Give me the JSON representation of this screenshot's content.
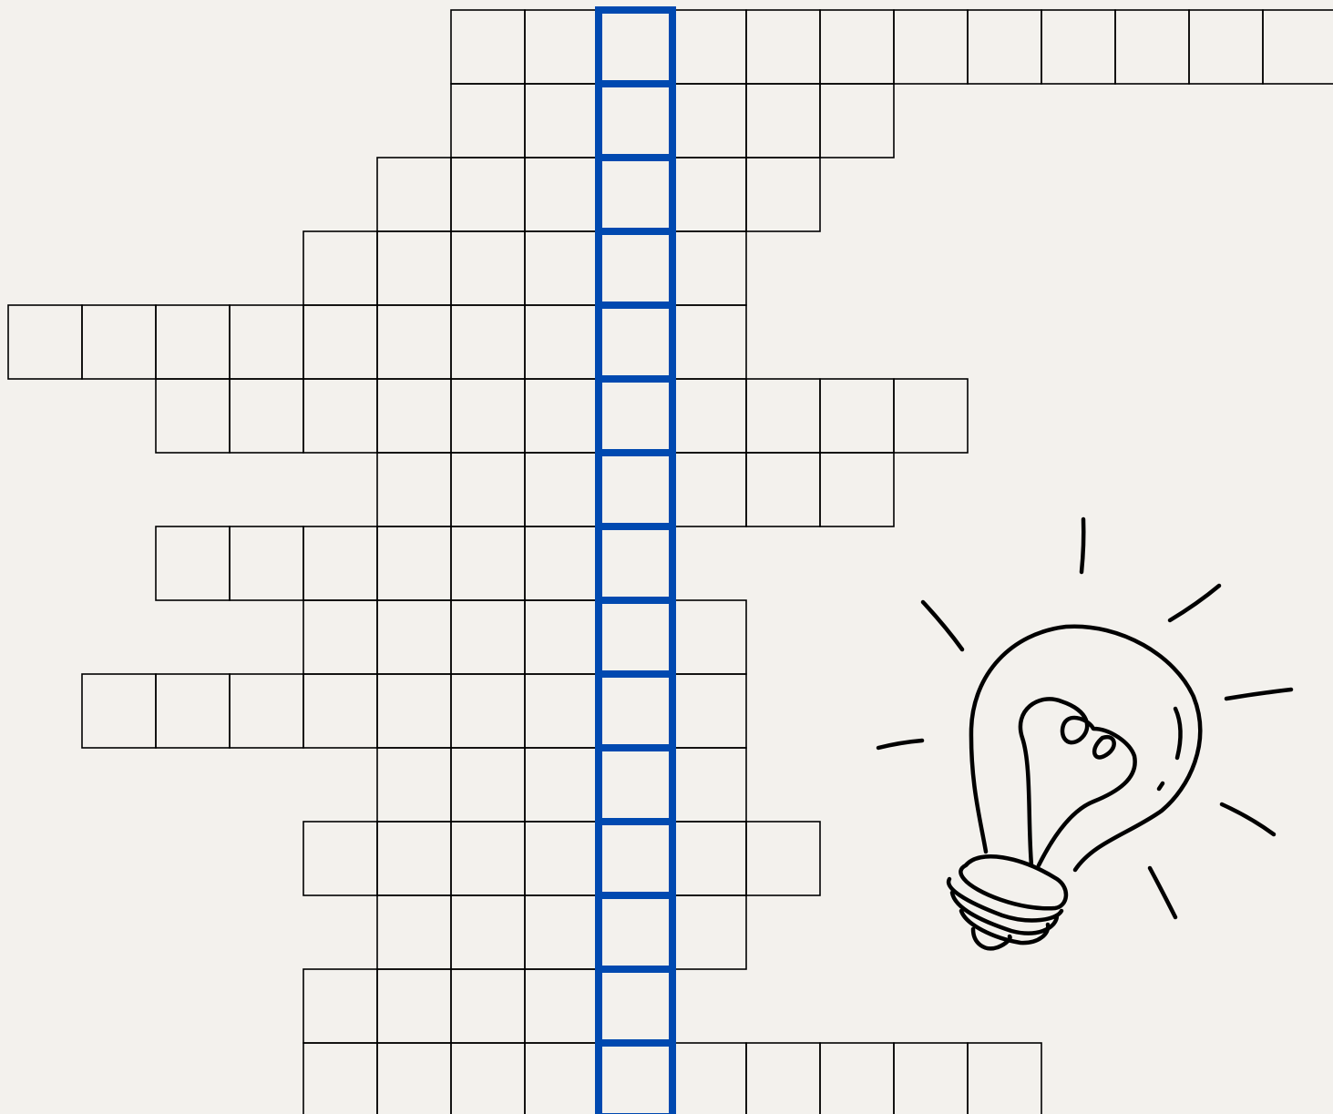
{
  "puzzle": {
    "type": "crossword",
    "highlight_column": 8,
    "colors": {
      "background": "#f3f1ed",
      "grid_line": "#000000",
      "highlight": "#0049b0"
    },
    "rows": [
      {
        "start": 6,
        "end": 17
      },
      {
        "start": 6,
        "end": 11
      },
      {
        "start": 5,
        "end": 10
      },
      {
        "start": 4,
        "end": 9
      },
      {
        "start": 0,
        "end": 9
      },
      {
        "start": 2,
        "end": 12
      },
      {
        "start": 5,
        "end": 11
      },
      {
        "start": 2,
        "end": 8
      },
      {
        "start": 4,
        "end": 9
      },
      {
        "start": 1,
        "end": 9
      },
      {
        "start": 5,
        "end": 9
      },
      {
        "start": 4,
        "end": 10
      },
      {
        "start": 5,
        "end": 9
      },
      {
        "start": 4,
        "end": 8
      },
      {
        "start": 4,
        "end": 13
      }
    ]
  },
  "decoration": {
    "icon": "lightbulb-icon"
  }
}
